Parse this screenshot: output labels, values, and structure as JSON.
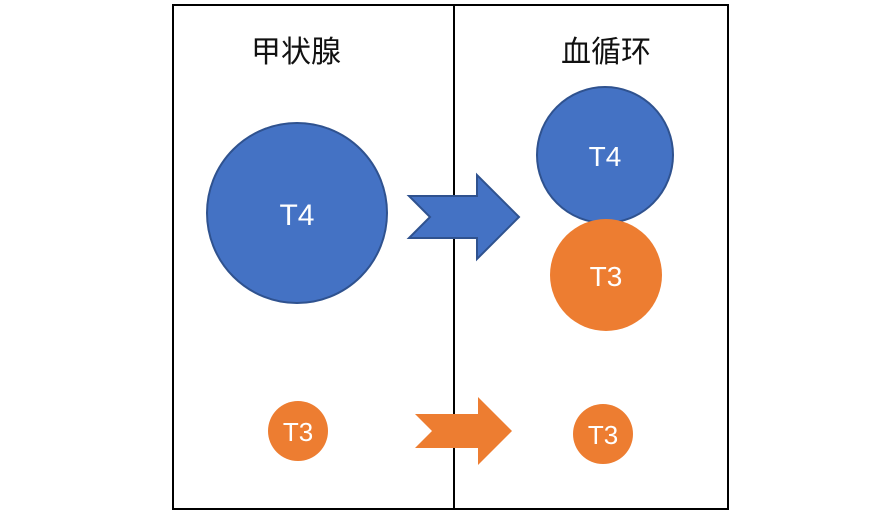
{
  "panels": {
    "left_title": "甲状腺",
    "right_title": "血循环"
  },
  "hormones": {
    "t4_label": "T4",
    "t3_label": "T3"
  },
  "colors": {
    "t4_fill": "#4472C4",
    "t4_stroke": "#2F528F",
    "t3_fill": "#ED7D31",
    "border": "#000000"
  },
  "icons": {
    "top_arrow": "chevron-arrow-right-icon",
    "bottom_arrow": "chevron-arrow-right-icon"
  }
}
